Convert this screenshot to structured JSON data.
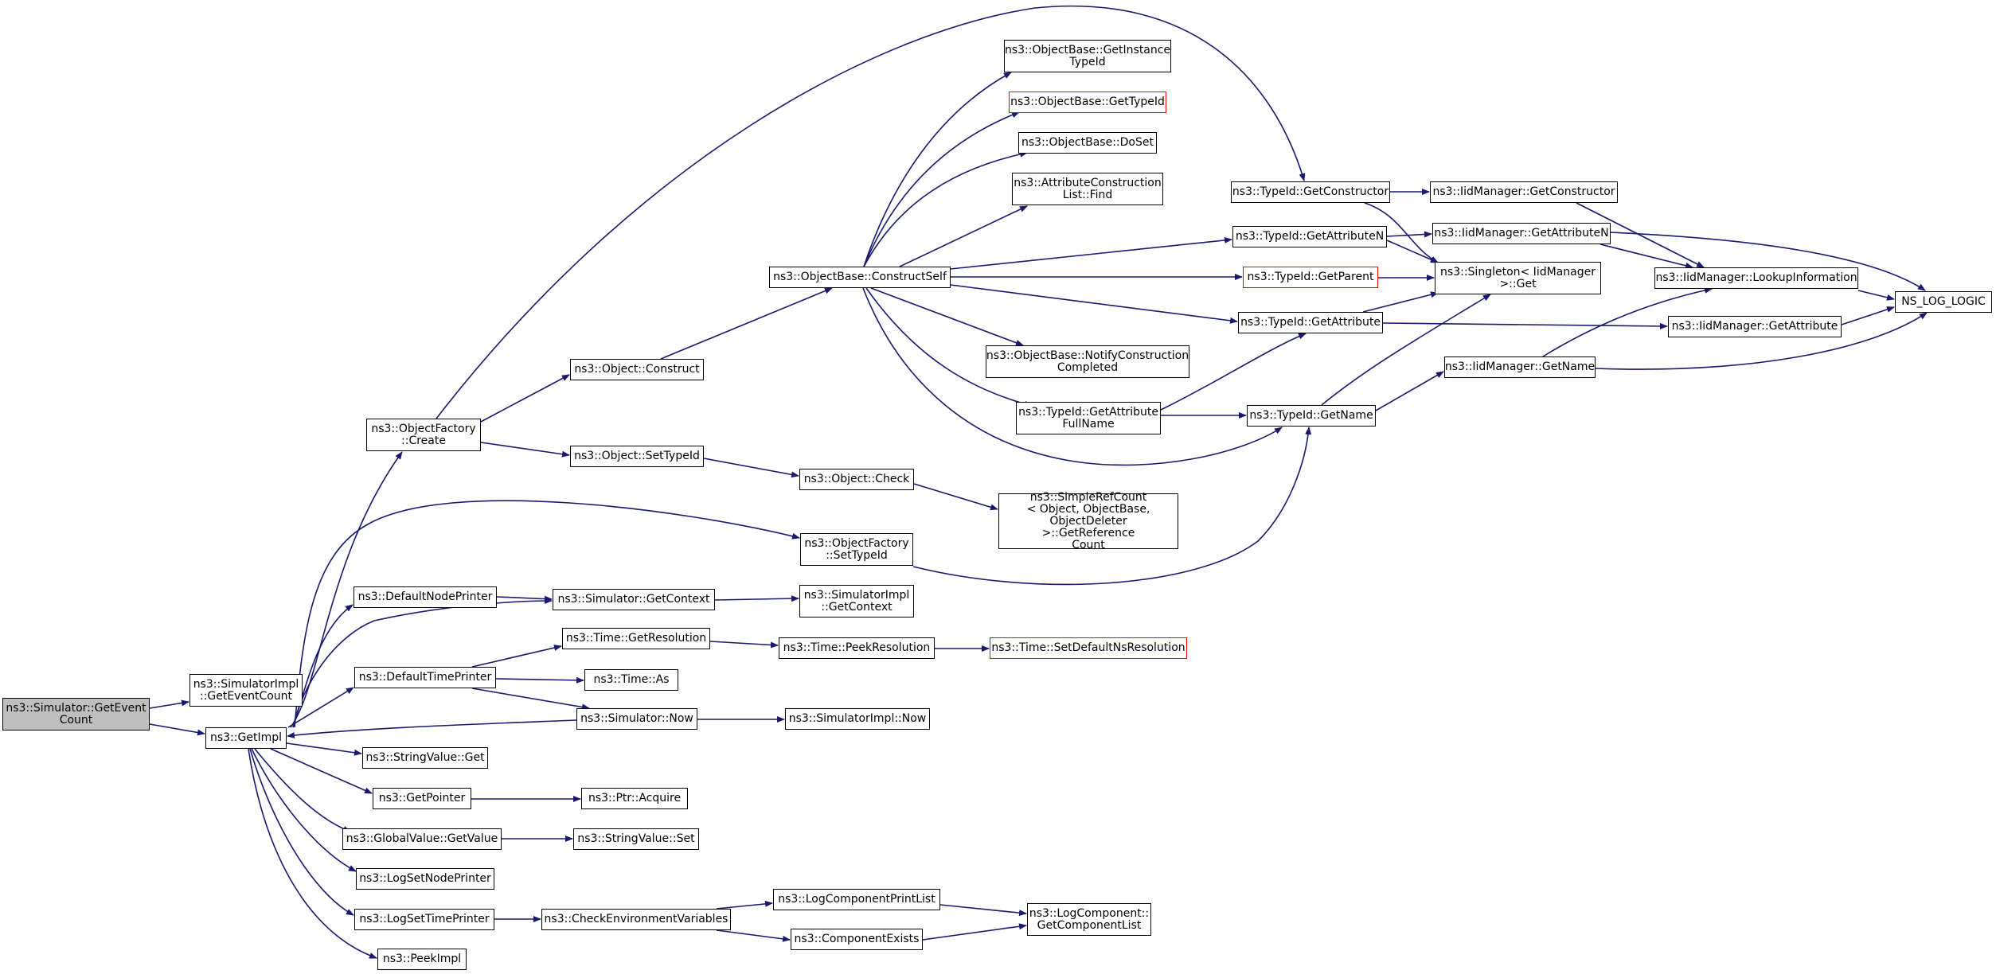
{
  "colors": {
    "edge": "#191970",
    "root_fill": "#bfbfbf",
    "undocumented_border": "#ff0000",
    "node_border": "#000000"
  },
  "nodes": {
    "getevent": "ns3::Simulator::GetEvent\nCount",
    "simimpl_geteventcount": "ns3::SimulatorImpl\n::GetEventCount",
    "getimpl": "ns3::GetImpl",
    "objfactory_create": "ns3::ObjectFactory\n::Create",
    "object_construct": "ns3::Object::Construct",
    "object_settypeid": "ns3::Object::SetTypeId",
    "object_check": "ns3::Object::Check",
    "simplerefcount": "ns3::SimpleRefCount\n< Object, ObjectBase,\n ObjectDeleter >::GetReference\nCount",
    "objbase_constructself": "ns3::ObjectBase::ConstructSelf",
    "objbase_getinstancetypeid": "ns3::ObjectBase::GetInstance\nTypeId",
    "objbase_gettypeid": "ns3::ObjectBase::GetTypeId",
    "objbase_doset": "ns3::ObjectBase::DoSet",
    "attrconstruction_find": "ns3::AttributeConstruction\nList::Find",
    "objbase_notify": "ns3::ObjectBase::NotifyConstruction\nCompleted",
    "typeid_getattributefullname": "ns3::TypeId::GetAttribute\nFullName",
    "typeid_getconstructor": "ns3::TypeId::GetConstructor",
    "typeid_getattributen": "ns3::TypeId::GetAttributeN",
    "typeid_getparent": "ns3::TypeId::GetParent",
    "typeid_getattribute": "ns3::TypeId::GetAttribute",
    "typeid_getname": "ns3::TypeId::GetName",
    "singleton_get": "ns3::Singleton< IidManager\n>::Get",
    "iid_getconstructor": "ns3::IidManager::GetConstructor",
    "iid_getattributen": "ns3::IidManager::GetAttributeN",
    "iid_lookupinformation": "ns3::IidManager::LookupInformation",
    "iid_getattribute": "ns3::IidManager::GetAttribute",
    "iid_getname": "ns3::IidManager::GetName",
    "ns_log_logic": "NS_LOG_LOGIC",
    "objfactory_settypeid": "ns3::ObjectFactory\n::SetTypeId",
    "defaultnodeprinter": "ns3::DefaultNodePrinter",
    "simulator_getcontext": "ns3::Simulator::GetContext",
    "simimpl_getcontext": "ns3::SimulatorImpl\n::GetContext",
    "defaulttimeprinter": "ns3::DefaultTimePrinter",
    "time_getresolution": "ns3::Time::GetResolution",
    "time_peekresolution": "ns3::Time::PeekResolution",
    "time_setdefaultnsresolution": "ns3::Time::SetDefaultNsResolution",
    "time_as": "ns3::Time::As",
    "simulator_now": "ns3::Simulator::Now",
    "simimpl_now": "ns3::SimulatorImpl::Now",
    "stringvalue_get": "ns3::StringValue::Get",
    "getpointer": "ns3::GetPointer",
    "ptr_acquire": "ns3::Ptr::Acquire",
    "globalvalue_getvalue": "ns3::GlobalValue::GetValue",
    "stringvalue_set": "ns3::StringValue::Set",
    "logsetnodeprinter": "ns3::LogSetNodePrinter",
    "logsettimeprinter": "ns3::LogSetTimePrinter",
    "checkenvvars": "ns3::CheckEnvironmentVariables",
    "logcomponentprintlist": "ns3::LogComponentPrintList",
    "componentexists": "ns3::ComponentExists",
    "logcomponent_getcomponentlist": "ns3::LogComponent::\nGetComponentList",
    "peekimpl": "ns3::PeekImpl"
  }
}
